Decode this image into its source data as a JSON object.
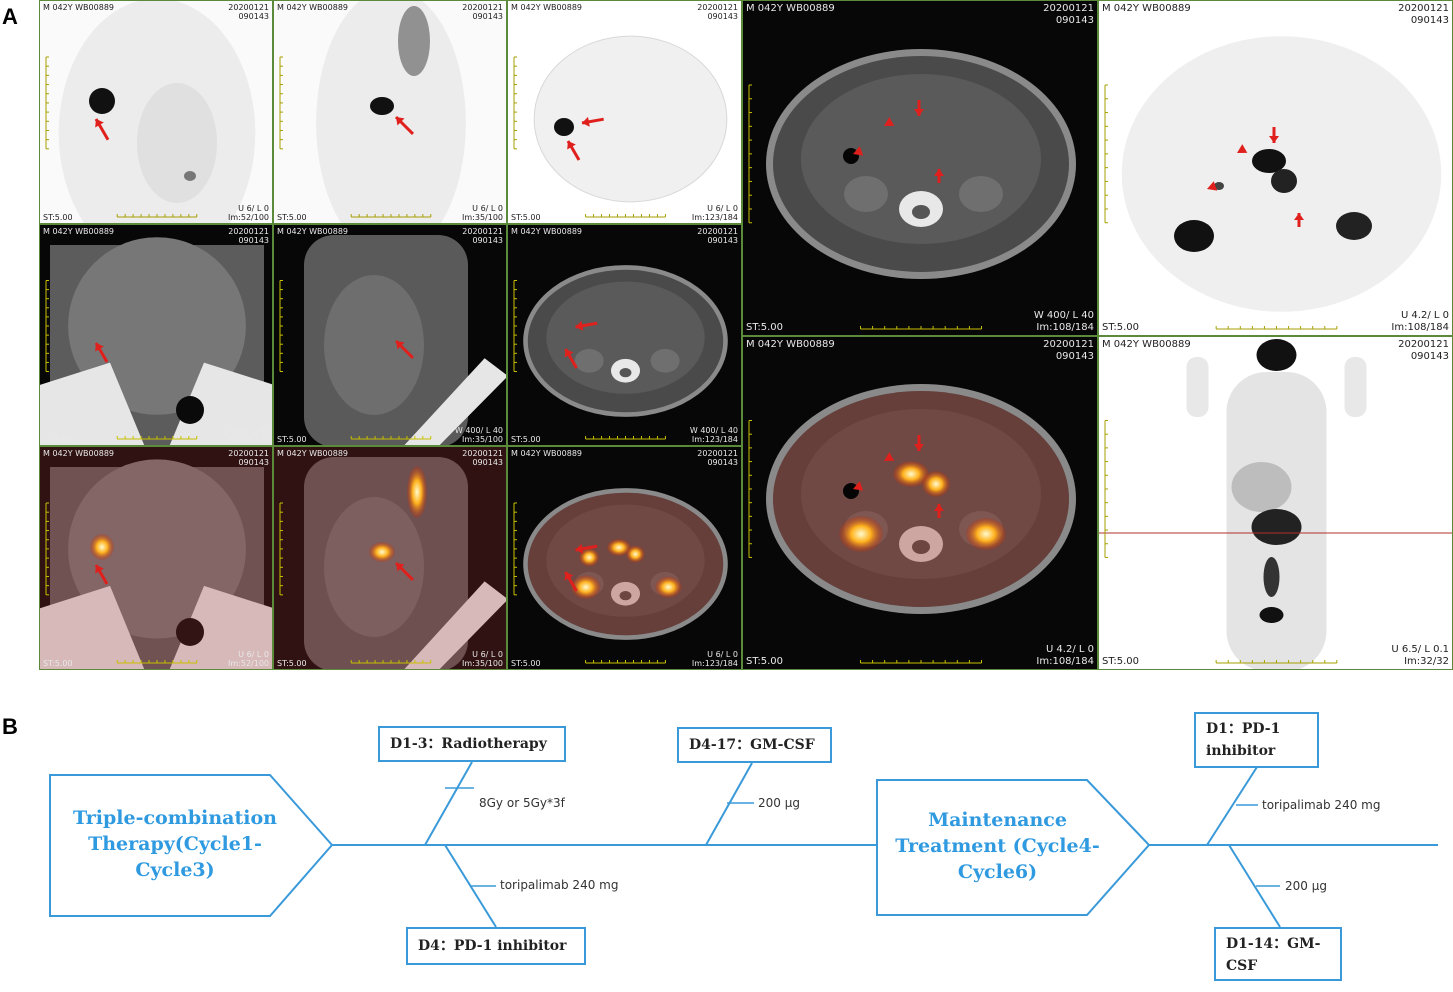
{
  "panel_a_label": "A",
  "panel_b_label": "B",
  "scan_header": {
    "patient": "M 042Y WB00889",
    "date": "20200121",
    "time": "090143"
  },
  "tiles": [
    {
      "name": "pet-coronal-1",
      "br": "U 6/ L 0",
      "bl": "ST:5.00",
      "im": "Im:52/100"
    },
    {
      "name": "pet-sagittal-1",
      "br": "U 6/ L 0",
      "bl": "ST:5.00",
      "im": "Im:35/100"
    },
    {
      "name": "pet-axial-1",
      "br": "U 6/ L 0",
      "bl": "ST:5.00",
      "im": "Im:123/184"
    },
    {
      "name": "ct-coronal-1",
      "br": "W 400/ L 40",
      "bl": "ST:5.00",
      "im": "Im:52/100"
    },
    {
      "name": "ct-sagittal-1",
      "br": "W 400/ L 40",
      "bl": "ST:5.00",
      "im": "Im:35/100"
    },
    {
      "name": "ct-axial-1",
      "br": "W 400/ L 40",
      "bl": "ST:5.00",
      "im": "Im:123/184"
    },
    {
      "name": "fused-coronal-1",
      "br": "U 6/ L 0",
      "bl": "ST:5.00",
      "im": "Im:52/100"
    },
    {
      "name": "fused-sagittal-1",
      "br": "U 6/ L 0",
      "bl": "ST:5.00",
      "im": "Im:35/100"
    },
    {
      "name": "fused-axial-1",
      "br": "U 6/ L 0",
      "bl": "ST:5.00",
      "im": "Im:123/184"
    },
    {
      "name": "ct-axial-large",
      "br": "W 400/ L 40",
      "bl": "ST:5.00",
      "im": "Im:108/184"
    },
    {
      "name": "pet-axial-large",
      "br": "U 4.2/ L 0",
      "bl": "ST:5.00",
      "im": "Im:108/184"
    },
    {
      "name": "fused-axial-large",
      "br": "U 4.2/ L 0",
      "bl": "ST:5.00",
      "im": "Im:108/184"
    },
    {
      "name": "mip-whole-body",
      "br": "U 6.5/ L 0.1",
      "bl": "ST:5.00",
      "im": "Im:32/32"
    }
  ],
  "timeline": {
    "phase1": [
      "Triple-combination",
      "Therapy(Cycle1-",
      "Cycle3)"
    ],
    "phase2": [
      "Maintenance",
      "Treatment (Cycle4-",
      "Cycle6)"
    ],
    "box_radiotherapy": "D1-3：Radiotherapy",
    "box_gmcsf_1": "D4-17：GM-CSF",
    "box_pd1_1": "D4：PD-1 inhibitor",
    "box_pd1_2": [
      "D1：PD-1",
      "inhibitor"
    ],
    "box_gmcsf_2": [
      "D1-14：GM-",
      "CSF"
    ],
    "note_rt": "8Gy or 5Gy*3f",
    "note_gm1": "200 μg",
    "note_tori1": "toripalimab 240 mg",
    "note_tori2": "toripalimab 240 mg",
    "note_gm2": "200 μg"
  },
  "colors": {
    "arrow": "#e0201c",
    "timeline": "#3a9ad9",
    "phase_text": "#2f9ae0",
    "tile_border": "#5a8a3a"
  }
}
